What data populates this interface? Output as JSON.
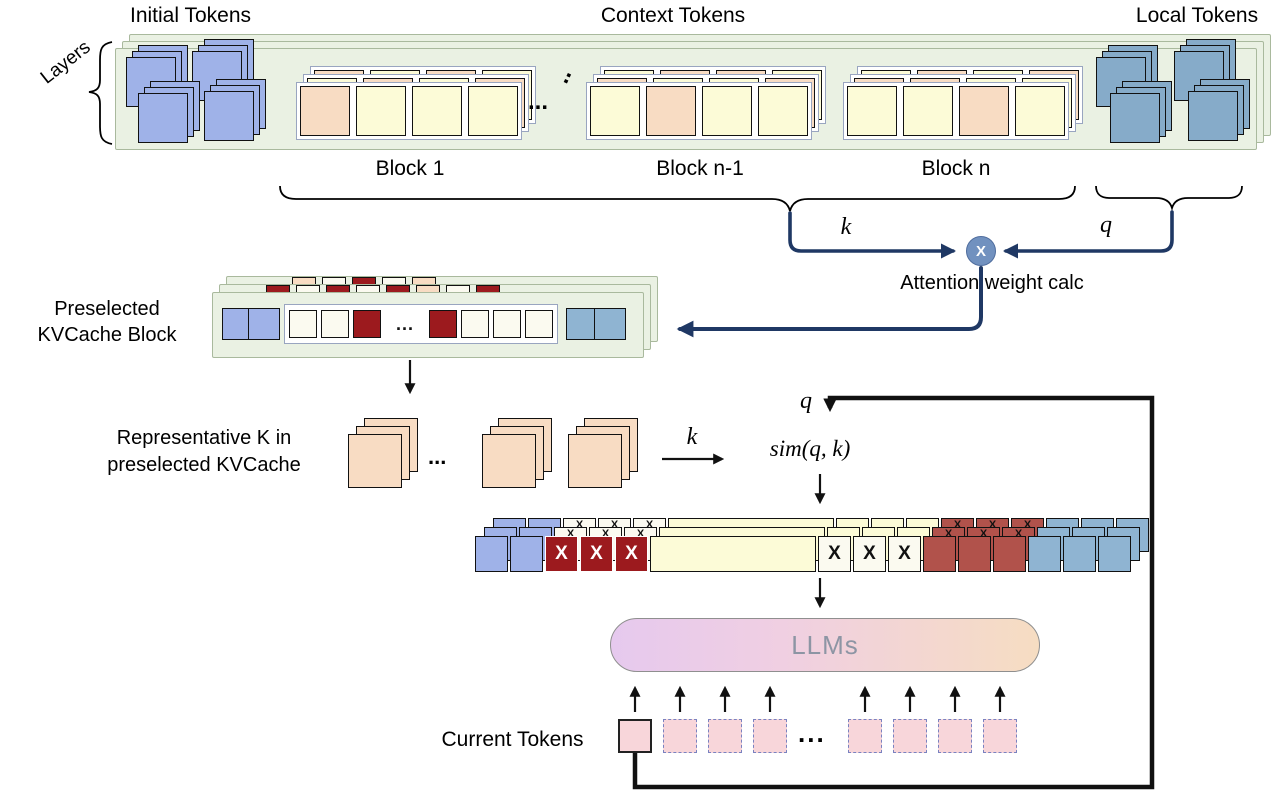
{
  "labels": {
    "initial_tokens": "Initial Tokens",
    "context_tokens": "Context Tokens",
    "local_tokens": "Local Tokens",
    "layers": "Layers",
    "block_1": "Block 1",
    "block_n_minus_1": "Block n-1",
    "block_n": "Block n",
    "k_label": "k",
    "q_label": "q",
    "multiply": "X",
    "attention_weight_calc": "Attention weight calc",
    "preselected_line1": "Preselected",
    "preselected_line2": "KVCache Block",
    "representative_line1": "Representative K in",
    "representative_line2": "preselected KVCache",
    "sim_qk": "sim(q, k)",
    "x_mark": "X",
    "llms": "LLMs",
    "current_tokens": "Current Tokens",
    "dots": "...",
    "dots_short": ".."
  },
  "colors": {
    "arrow_navy": "#1f3864",
    "panel_green": "#eaf1e3",
    "initial_token_blue": "#9fb2e8",
    "local_token_blue": "#86abc9",
    "context_peach": "#f8dcc3",
    "context_yellow": "#fcfbd7",
    "selected_red": "#9c1a1e",
    "pruned_brick": "#b1524b",
    "current_pink": "#f8d6da",
    "llm_gradient_left": "#e6c9ee",
    "llm_gradient_right": "#f6ddc2",
    "multiply_circle": "#7191bf"
  }
}
